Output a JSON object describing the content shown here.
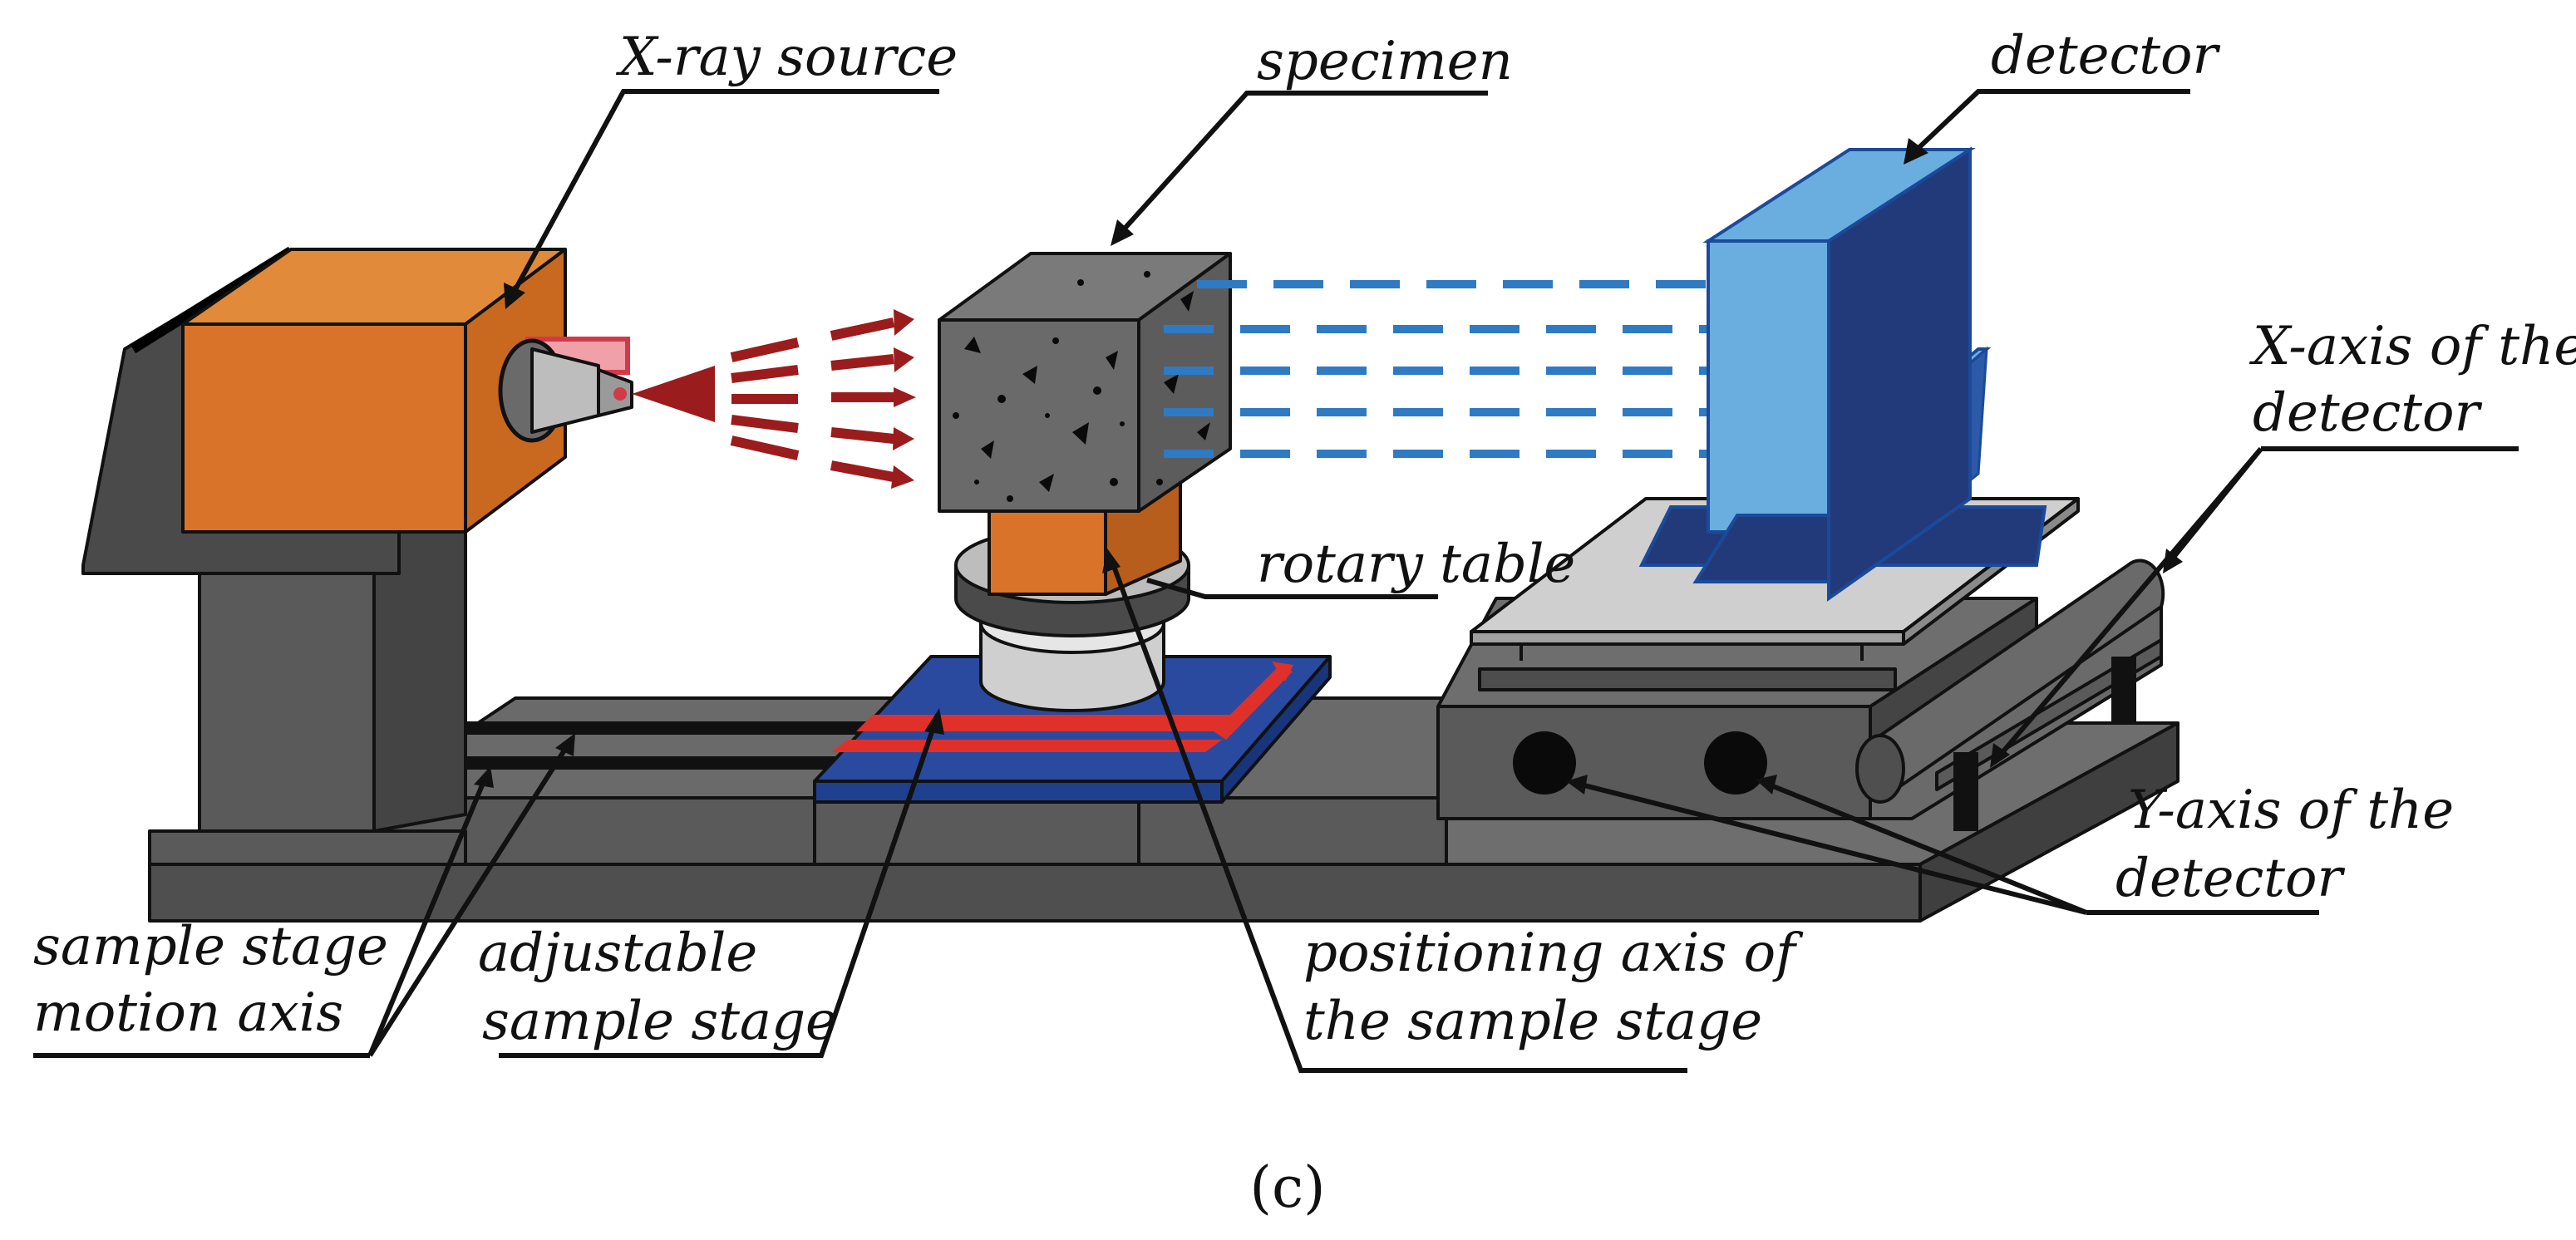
{
  "labels": {
    "xray_source": "X-ray source",
    "specimen": "specimen",
    "detector": "detector",
    "x_axis_line1": "X-axis of the",
    "x_axis_line2": "detector",
    "rotary_table": "rotary table",
    "y_axis_line1": "Y-axis of the",
    "y_axis_line2": "detector",
    "positioning_line1": "positioning axis of",
    "positioning_line2": "the sample stage",
    "adjustable_line1": "adjustable",
    "adjustable_line2": "sample stage",
    "motion_line1": "sample stage",
    "motion_line2": "motion axis"
  },
  "caption": "(c)",
  "colors": {
    "source_orange": "#d9732a",
    "base_gray": "#5a5a5a",
    "detector_light": "#6aaee0",
    "detector_dark": "#233a7a",
    "stage_blue": "#1f3f8f",
    "rail_red": "#e0302a",
    "beam_red": "#9b1c1c",
    "beam_blue": "#2e7bc4",
    "specimen_gray": "#6a6a6a",
    "rotary_silver": "#cfcfcf"
  }
}
